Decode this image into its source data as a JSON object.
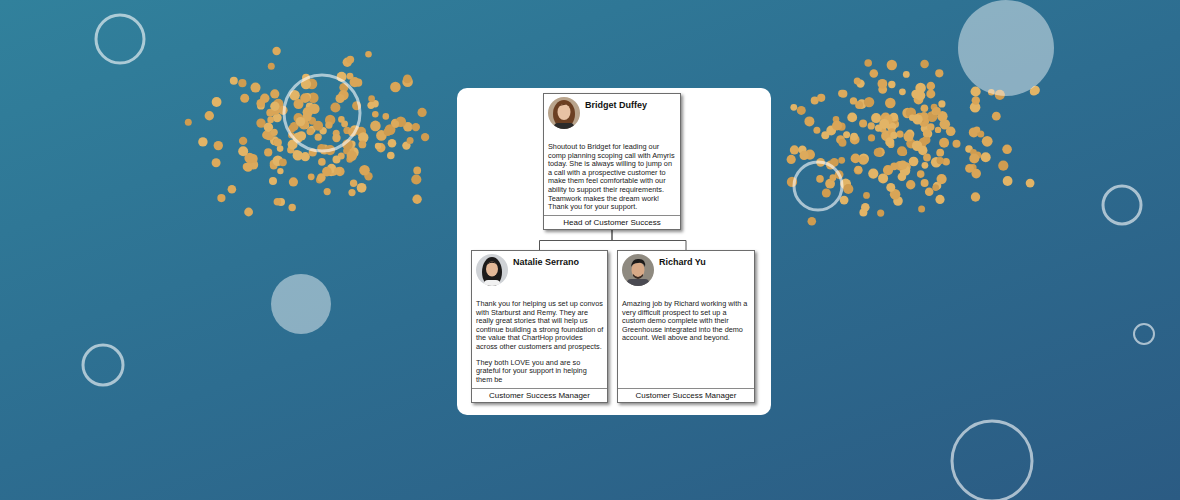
{
  "diagram": {
    "nodes": [
      {
        "text": [
          "Bridget Duffey",
          "Shoutout to Bridget for leading our comp planning scoping call with Amyris today. She is always willing to jump on a call with a prospective customer to make them feel comfortable with our ability to support their requirements. Teamwork makes the dream work! Thank you for your support.",
          "Head of Customer Success"
        ]
      },
      {
        "text": [
          "Natalie Serrano",
          "Thank you for helping us set up convos with Starburst and Remy. They are really great stories that will help us continue building a strong foundation of the value that ChartHop provides across other customers and prospects.",
          "They both LOVE you and are so grateful for your support in helping them be",
          "Customer Success Manager"
        ]
      },
      {
        "text": [
          "Richard Yu",
          "Amazing job by Richard working with a very difficult prospect to set up a custom demo complete with their Greenhouse integrated into the demo account. Well above and beyond.",
          "Customer Success Manager"
        ]
      }
    ],
    "edges": [
      {
        "from": 0,
        "to": 1,
        "arrow": "none"
      },
      {
        "from": 0,
        "to": 2,
        "arrow": "none"
      }
    ]
  }
}
